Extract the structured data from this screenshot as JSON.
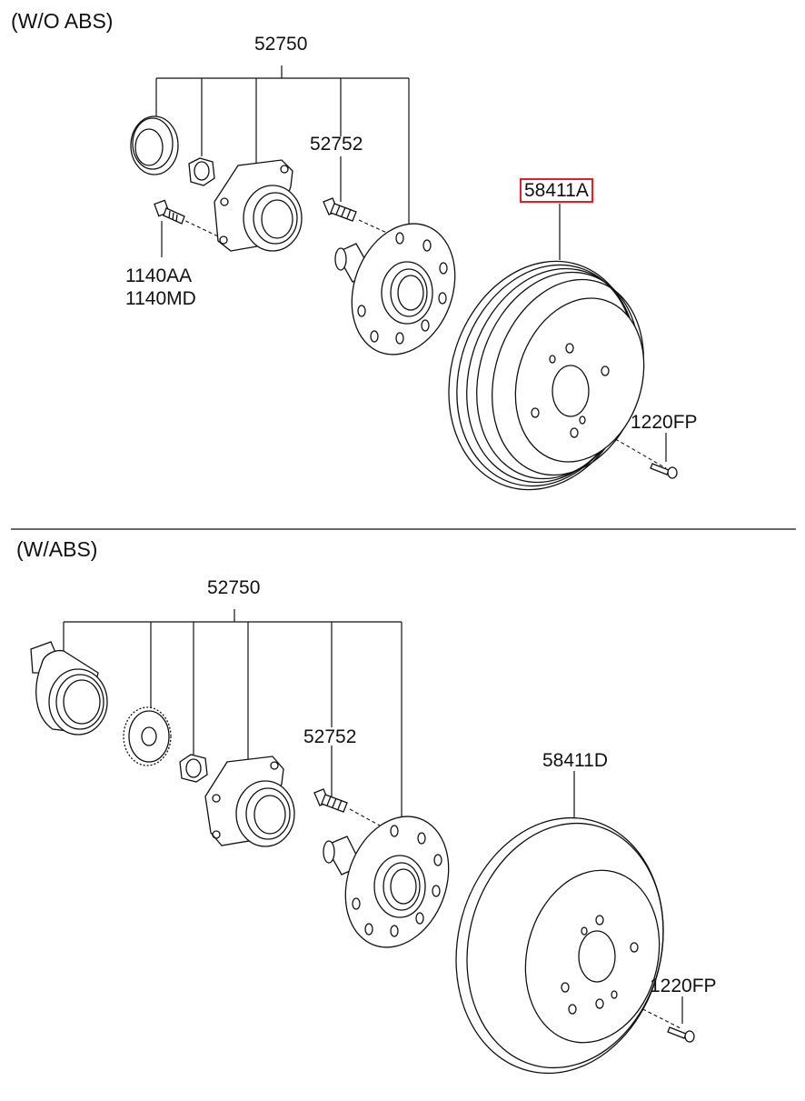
{
  "sections": [
    {
      "title": "(W/O ABS)"
    },
    {
      "title": "(W/ABS)"
    }
  ],
  "labels": {
    "hub_assy_top": "52750",
    "hub_bolt_top": "52752",
    "bolt_a": "1140AA",
    "bolt_b": "1140MD",
    "drum": "58411A",
    "screw_top": "1220FP",
    "hub_assy_bottom": "52750",
    "hub_bolt_bottom": "52752",
    "disc": "58411D",
    "screw_bottom": "1220FP"
  },
  "highlight_color": "#e0202a"
}
